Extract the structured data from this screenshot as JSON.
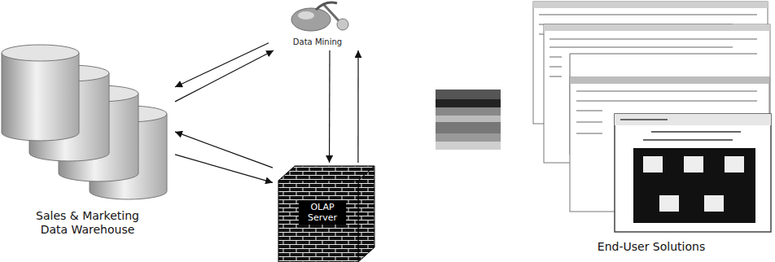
{
  "diagram": {
    "nodes": [
      {
        "text": [
          "Sales & Marketing Data Warehouse"
        ]
      },
      {
        "text": [
          "Data Mining"
        ]
      },
      {
        "text": [
          "OLAP Server"
        ]
      },
      {
        "text": [
          "End-User Solutions"
        ]
      }
    ],
    "edges": [
      {
        "from": 0,
        "to": 1,
        "arrow": "to"
      },
      {
        "from": 1,
        "to": 0,
        "arrow": "to"
      },
      {
        "from": 0,
        "to": 2,
        "arrow": "to"
      },
      {
        "from": 2,
        "to": 0,
        "arrow": "to"
      },
      {
        "from": 1,
        "to": 2,
        "arrow": "to"
      },
      {
        "from": 2,
        "to": 1,
        "arrow": "to"
      }
    ]
  }
}
